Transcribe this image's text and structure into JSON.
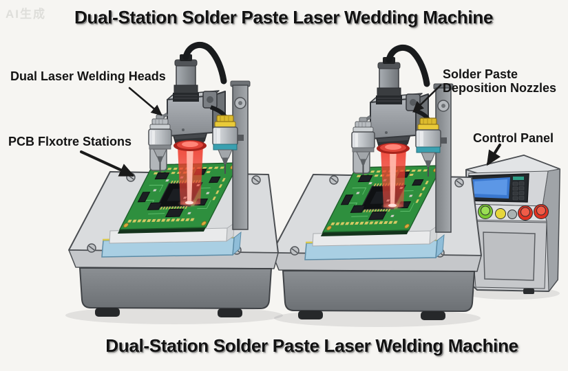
{
  "watermark": {
    "text": "AI生成"
  },
  "titles": {
    "top": "Dual-Station Solder Paste Laser Wedding Machine",
    "bottom": "Dual-Station Solder Paste Laser Welding Machine"
  },
  "labels": {
    "welding_heads": "Dual Laser Welding Heads",
    "pcb_stations": "PCB Flxotre Stations",
    "nozzles": {
      "line1": "Solder Paste",
      "line2": "Deposition Nozzles"
    },
    "control_panel": "Control Panel"
  },
  "illustration": {
    "stations": [
      {
        "name": "left-welding-station"
      },
      {
        "name": "right-welding-station"
      }
    ],
    "parts": [
      "laser-welding-head",
      "solder-paste-deposition-nozzle",
      "pcb-fixture-station",
      "laser-beam",
      "machine-base",
      "control-panel"
    ],
    "colors": {
      "background": "#f6f5f2",
      "laser_red": "#e8352a",
      "pcb_green": "#2e8f3e",
      "platform_blue": "#a9cfe3",
      "screen_blue": "#3a78d0",
      "button_green": "#7ac832",
      "button_yellow": "#e6d63c",
      "button_red": "#e23222",
      "metal_gray": "#9aa0a6"
    }
  }
}
